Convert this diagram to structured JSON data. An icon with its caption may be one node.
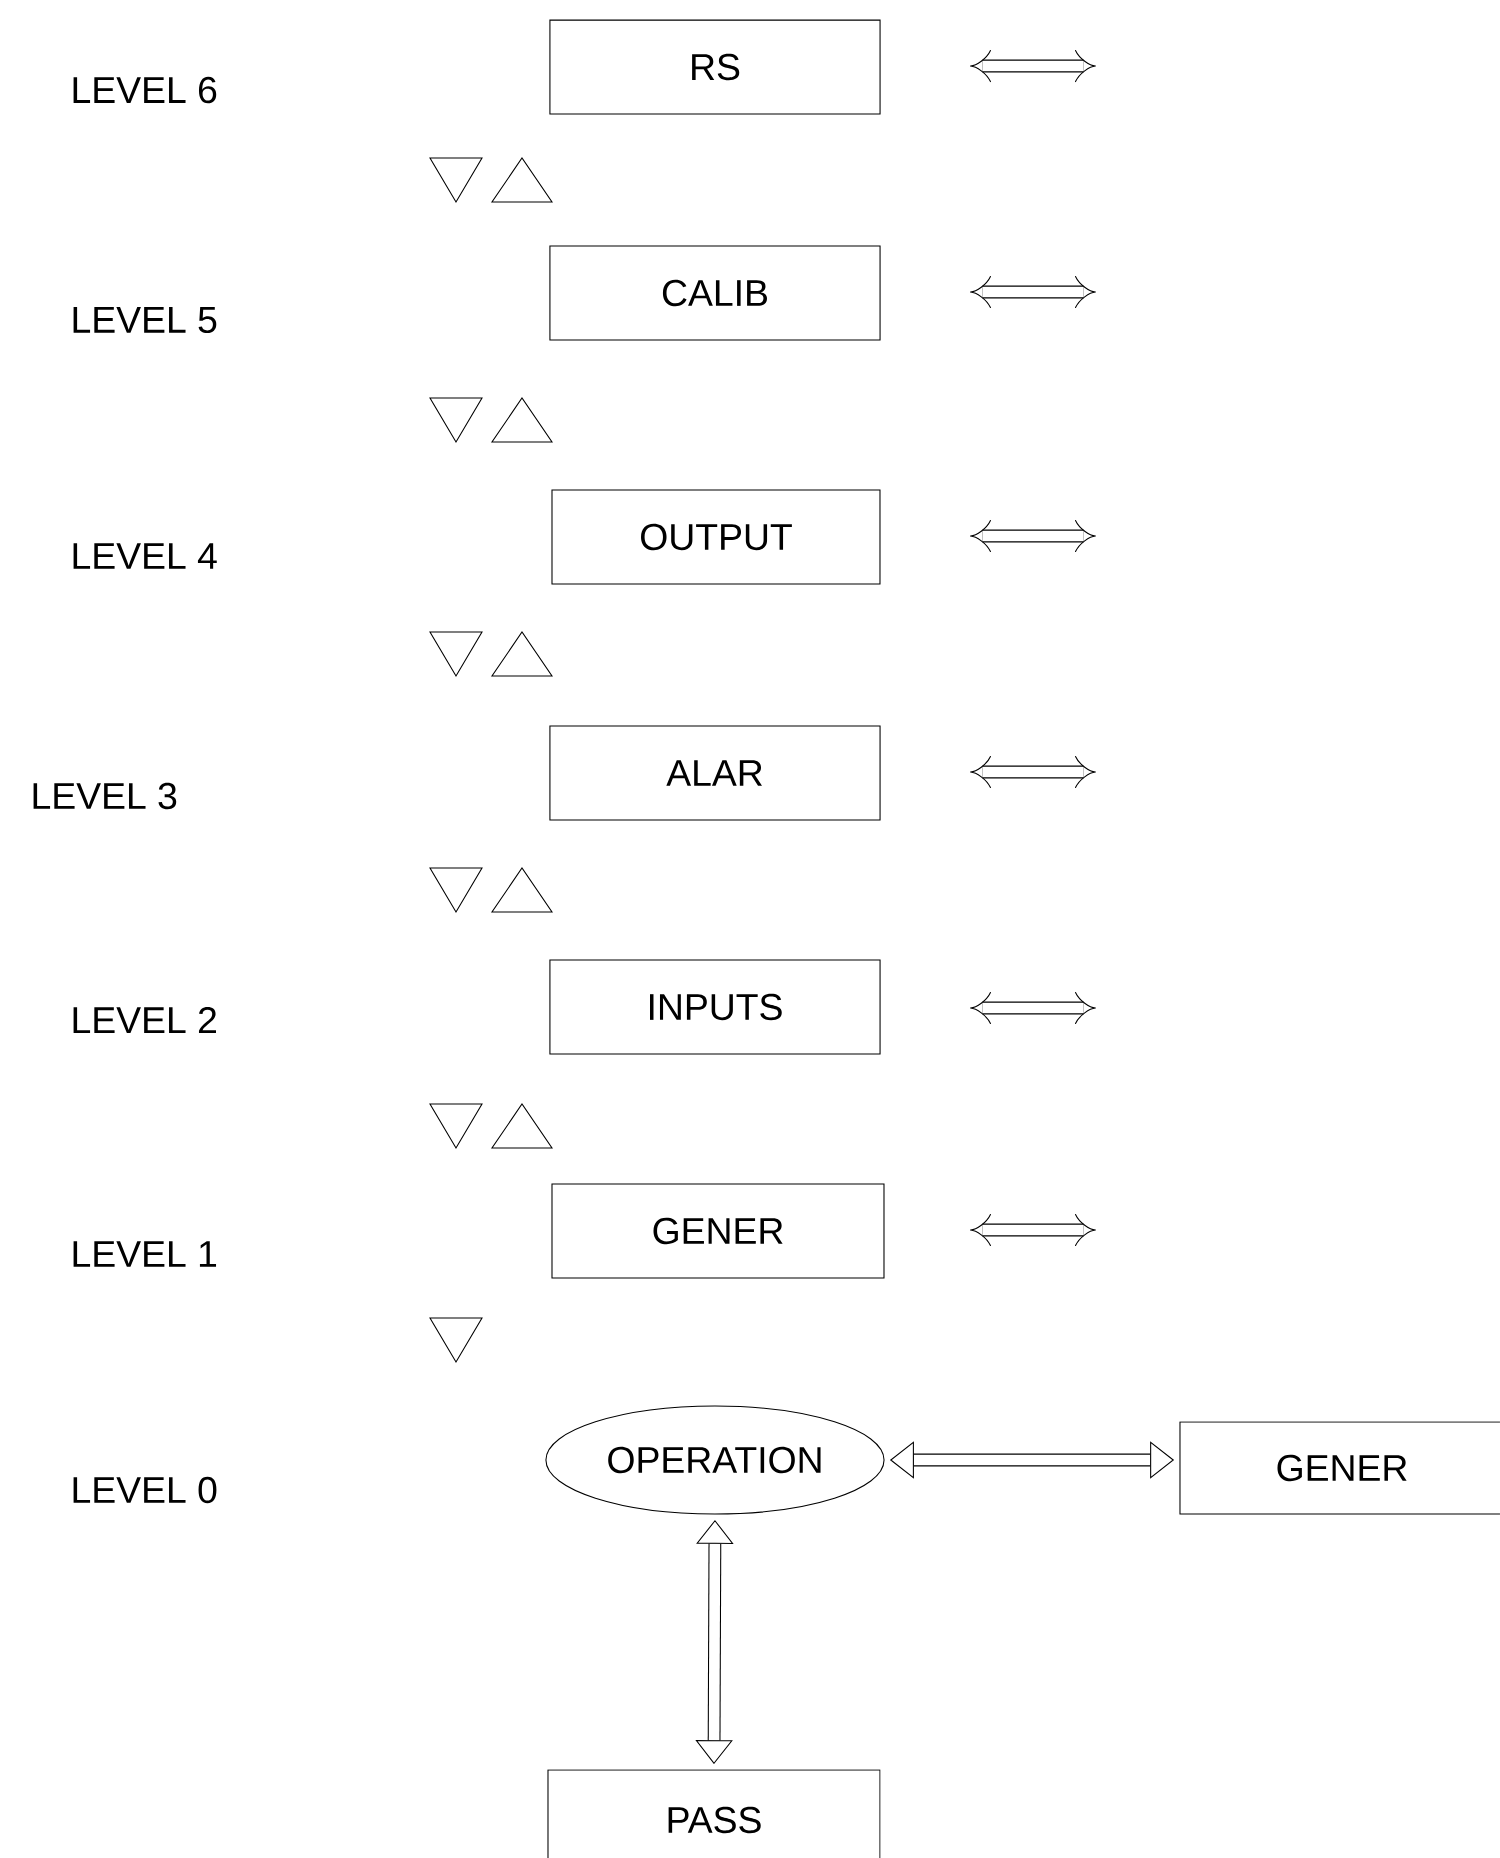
{
  "diagram": {
    "nodes": [
      {
        "text": [
          "RS"
        ]
      },
      {
        "text": [
          "CALIB"
        ]
      },
      {
        "text": [
          "OUTPUT"
        ]
      },
      {
        "text": [
          "ALAR"
        ]
      },
      {
        "text": [
          "INPUTS"
        ]
      },
      {
        "text": [
          "GENER"
        ]
      },
      {
        "text": [
          "OPERATION"
        ]
      },
      {
        "text": [
          "GENER"
        ]
      },
      {
        "text": [
          "PASS"
        ]
      }
    ],
    "edges": [
      {
        "from": 6,
        "to": 7,
        "arrow": "both"
      },
      {
        "from": 6,
        "to": 8,
        "arrow": "both"
      }
    ],
    "labels": [
      "LEVEL 6",
      "LEVEL 5",
      "LEVEL 4",
      "LEVEL 3",
      "LEVEL 2",
      "LEVEL 1",
      "LEVEL 0"
    ]
  }
}
